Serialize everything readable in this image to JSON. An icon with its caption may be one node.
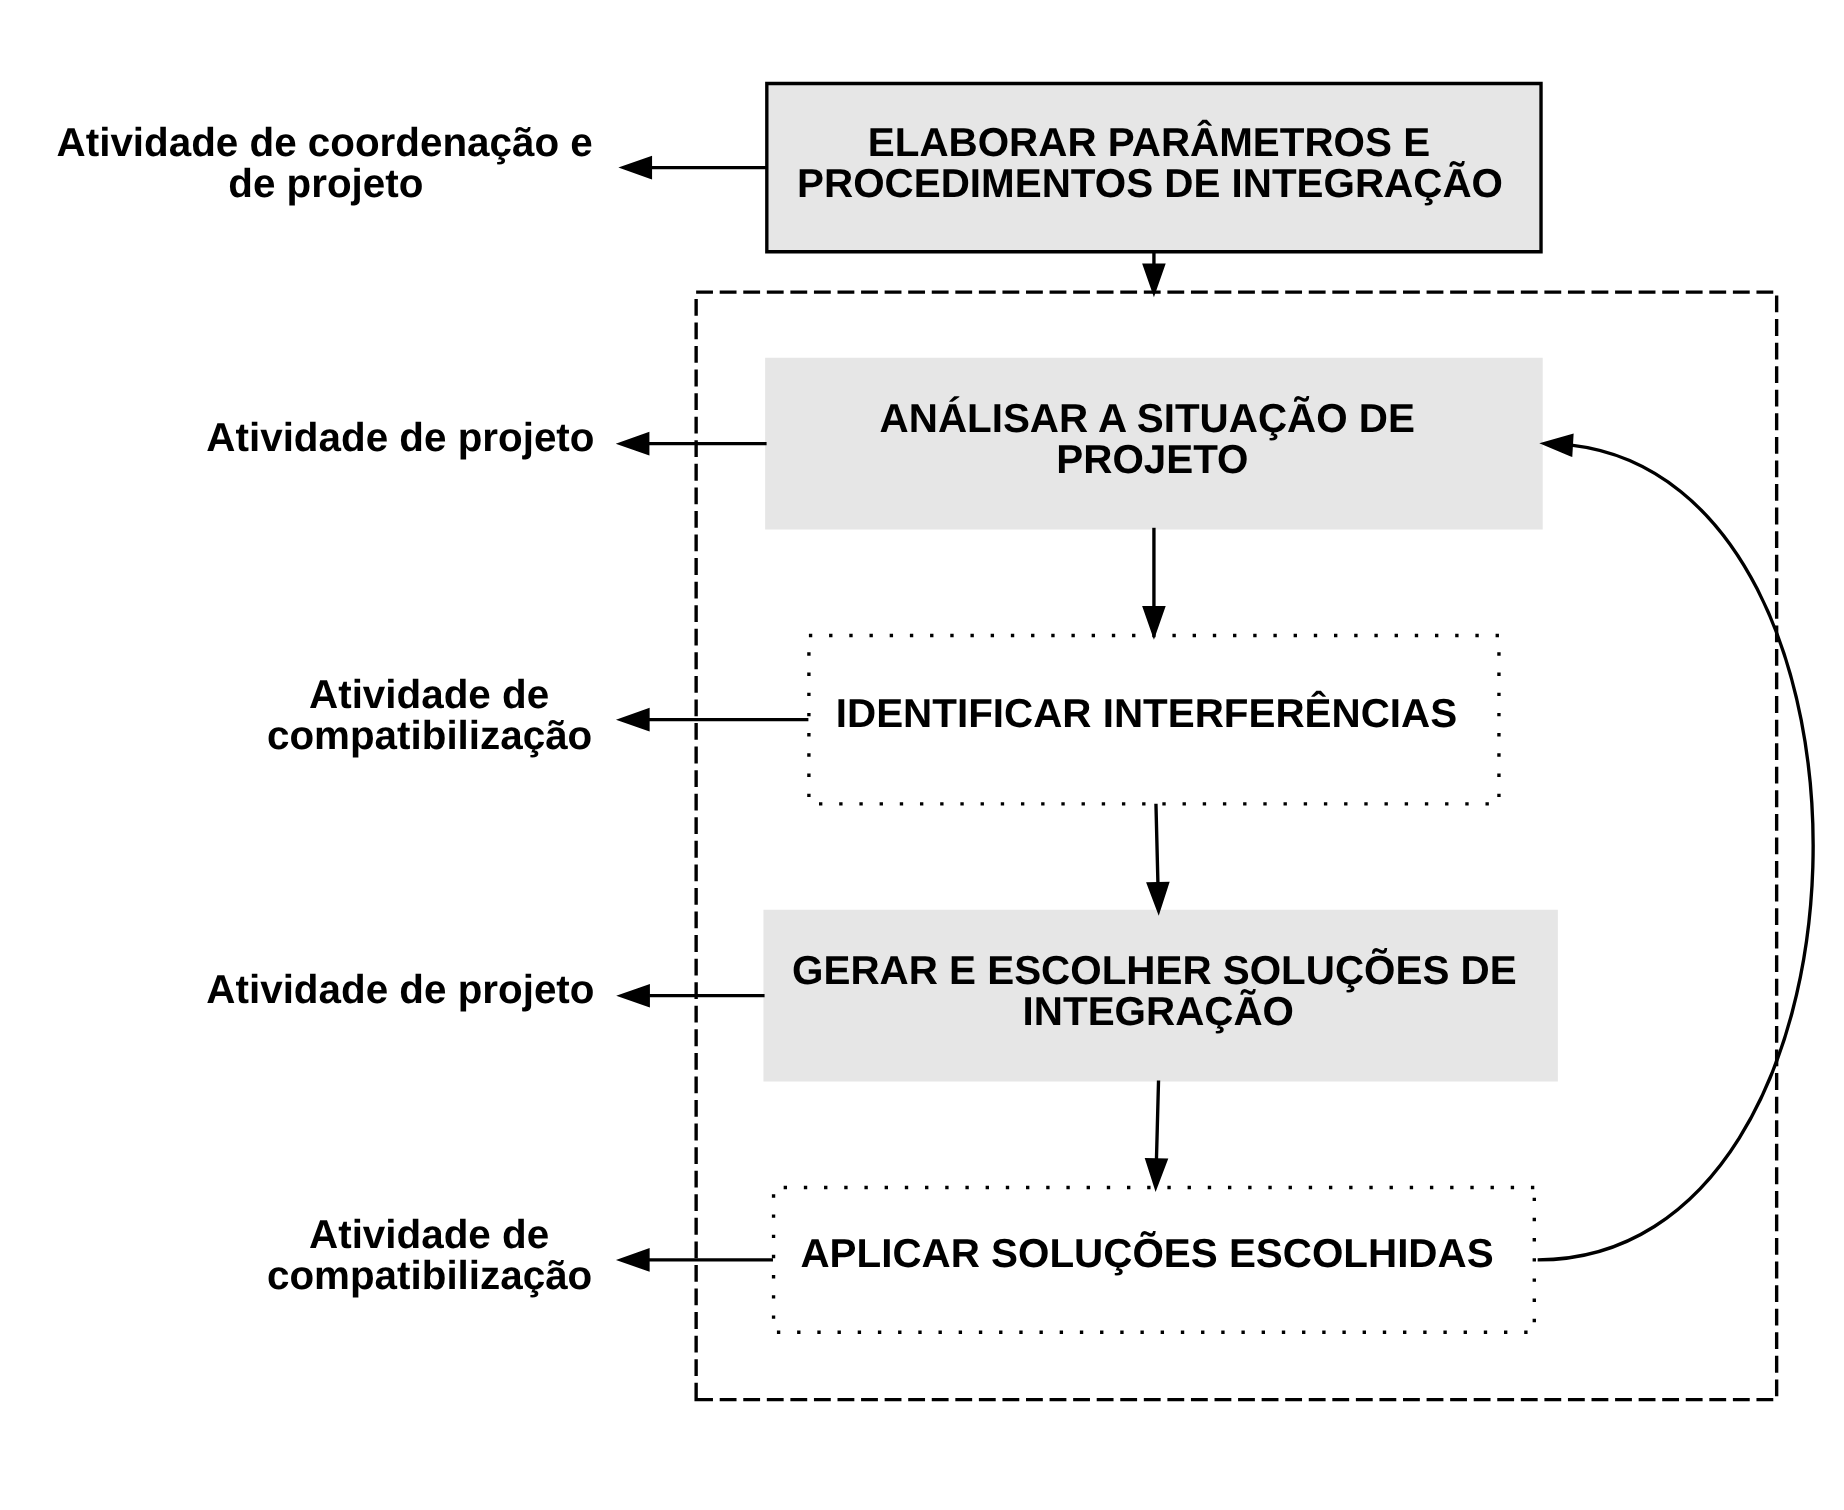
{
  "diagram": {
    "nodes": [
      {
        "text": [
          "ELABORAR PARÂMETROS E PROCEDIMENTOS DE INTEGRAÇÃO"
        ]
      },
      {
        "text": [],
        "shape": "box"
      },
      {
        "text": [
          "ANÁLISAR A SITUAÇÃO DE PROJETO"
        ],
        "in": 1
      },
      {
        "text": [
          "IDENTIFICAR INTERFERÊNCIAS"
        ],
        "in": 1
      },
      {
        "text": [
          "GERAR E ESCOLHER SOLUÇÕES DE INTEGRAÇÃO"
        ],
        "in": 1
      },
      {
        "text": [
          "APLICAR SOLUÇÕES ESCOLHIDAS"
        ],
        "in": 1
      },
      {
        "text": [
          "Atividade de coordenação e de projeto"
        ]
      },
      {
        "text": [
          "Atividade de projeto"
        ]
      },
      {
        "text": [
          "Atividade de compatibilização"
        ]
      },
      {
        "text": [
          "Atividade de projeto"
        ]
      },
      {
        "text": [
          "Atividade de compatibilização"
        ]
      }
    ],
    "edges": [
      {
        "from": 0,
        "to": 6,
        "arrow": "to"
      },
      {
        "from": 0,
        "to": 1,
        "arrow": "to"
      },
      {
        "from": 2,
        "to": 3,
        "arrow": "to"
      },
      {
        "from": 3,
        "to": 4,
        "arrow": "to"
      },
      {
        "from": 4,
        "to": 5,
        "arrow": "to"
      },
      {
        "from": 1,
        "to": 7,
        "arrow": "to"
      },
      {
        "from": 1,
        "to": 8,
        "arrow": "to"
      },
      {
        "from": 1,
        "to": 9,
        "arrow": "to"
      },
      {
        "from": 1,
        "to": 10,
        "arrow": "to"
      },
      {
        "from": 5,
        "to": 2,
        "arrow": "to"
      }
    ]
  }
}
